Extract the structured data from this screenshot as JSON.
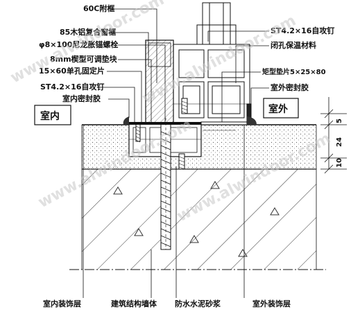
{
  "labels_left": {
    "frame_60c": "60C附框",
    "wood_frame": "85木铝复合窗框",
    "anchor_bolt": "φ8×100尼龙胀锚螺栓",
    "wedge": "8mm楔型可调垫块",
    "fixing_plate": "15×60单孔固定片",
    "screw_left": "ST4.2×16自攻钉",
    "seal_inner": "室内密封胶"
  },
  "labels_right": {
    "screw_right": "ST4.2×16自攻钉",
    "insulation": "闭孔保温材料",
    "spacer": "矩型垫片5×25×80",
    "seal_outer": "室外密封胶"
  },
  "side_labels": {
    "indoor": "室内",
    "outdoor": "室外"
  },
  "bottom_labels": {
    "indoor_finish": "室内装饰层",
    "structural_wall": "建筑结构墙体",
    "mortar": "防水水泥砂浆",
    "outdoor_finish": "室外装饰层"
  },
  "dimensions": {
    "d1": "5",
    "d2": "24",
    "d3": "10"
  },
  "watermark": "www.alwindoor.com",
  "colors": {
    "line": "#111111",
    "hatch": "#222222",
    "mortar_fill": "#f2f2f2",
    "watermark": "#c8c8c8"
  }
}
